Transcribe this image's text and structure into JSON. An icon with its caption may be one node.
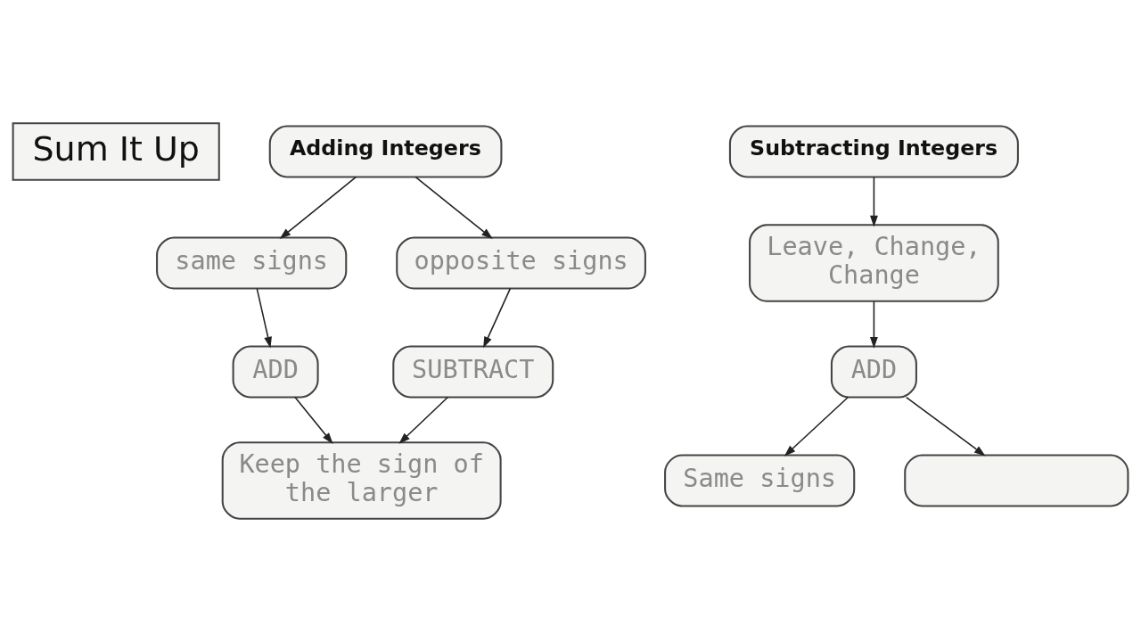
{
  "diagram": {
    "nodes": [
      {
        "text": [
          "Sum It Up"
        ]
      },
      {
        "text": [
          "Adding Integers"
        ]
      },
      {
        "text": [
          "same signs"
        ]
      },
      {
        "text": [
          "opposite signs"
        ]
      },
      {
        "text": [
          "ADD"
        ]
      },
      {
        "text": [
          "SUBTRACT"
        ]
      },
      {
        "text": [
          "Keep the sign of the larger"
        ]
      },
      {
        "text": [
          "Subtracting Integers"
        ]
      },
      {
        "text": [
          "Leave, Change, Change"
        ]
      },
      {
        "text": [
          "ADD"
        ]
      },
      {
        "text": [
          "Same signs"
        ]
      },
      {
        "text": [],
        "shape": "box"
      }
    ],
    "edges": [
      {
        "from": 1,
        "to": 2,
        "arrow": "to"
      },
      {
        "from": 1,
        "to": 3,
        "arrow": "to"
      },
      {
        "from": 2,
        "to": 4,
        "arrow": "to"
      },
      {
        "from": 3,
        "to": 5,
        "arrow": "to"
      },
      {
        "from": 4,
        "to": 6,
        "arrow": "to"
      },
      {
        "from": 5,
        "to": 6,
        "arrow": "to"
      },
      {
        "from": 7,
        "to": 8,
        "arrow": "to"
      },
      {
        "from": 8,
        "to": 9,
        "arrow": "to"
      },
      {
        "from": 9,
        "to": 10,
        "arrow": "to"
      },
      {
        "from": 9,
        "to": 11,
        "arrow": "to"
      }
    ]
  }
}
